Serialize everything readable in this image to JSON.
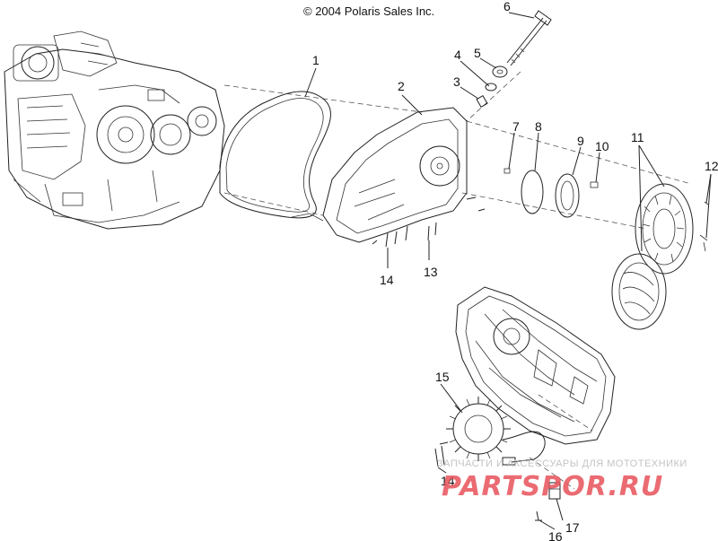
{
  "copyright": "© 2004 Polaris Sales Inc.",
  "callouts": [
    "1",
    "2",
    "3",
    "4",
    "5",
    "6",
    "7",
    "8",
    "9",
    "10",
    "11",
    "12",
    "13",
    "14",
    "15",
    "14",
    "16",
    "17"
  ],
  "watermark": {
    "tagline": "ЗАПЧАСТИ И АКСЕССУАРЫ ДЛЯ МОТОТЕХНИКИ",
    "logo_text": "PARTSPOR.RU",
    "logo_color": "#e8525a"
  }
}
